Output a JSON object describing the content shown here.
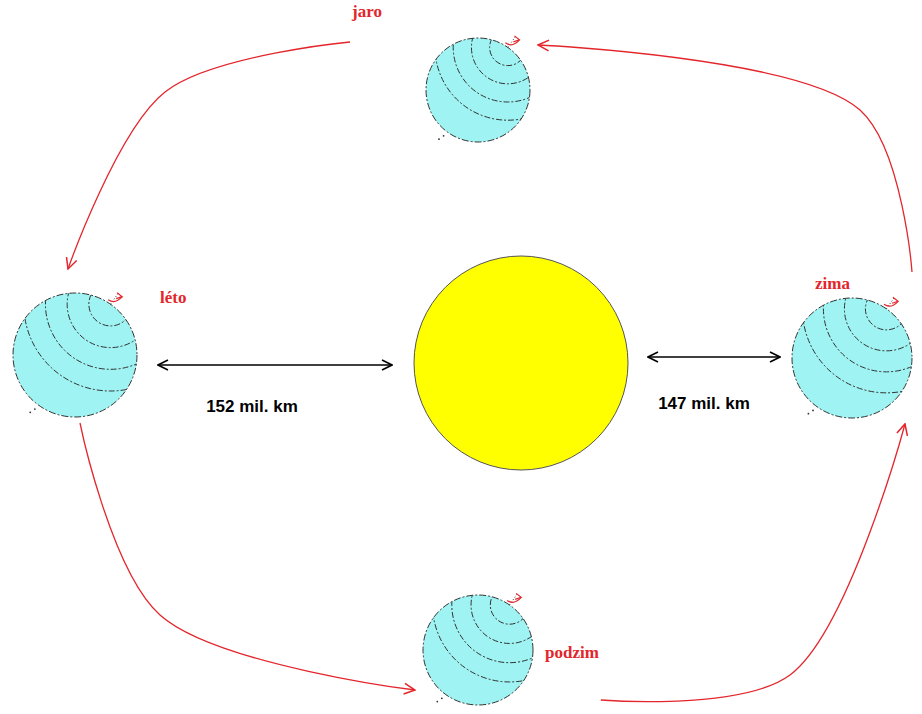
{
  "diagram": {
    "nodes": [
      {
        "text": [
          "jaro"
        ]
      },
      {
        "text": [
          "léto"
        ]
      },
      {
        "text": [
          "zima"
        ]
      },
      {
        "text": [
          "podzim"
        ]
      }
    ],
    "edges": [
      {
        "from": 0,
        "to": 1,
        "arrow": "to"
      },
      {
        "from": 1,
        "to": 3,
        "arrow": "to"
      },
      {
        "from": 3,
        "to": 2,
        "arrow": "to"
      },
      {
        "from": 2,
        "to": 0,
        "arrow": "to"
      }
    ],
    "labels": [
      "152 mil. km",
      "147 mil. km"
    ]
  }
}
